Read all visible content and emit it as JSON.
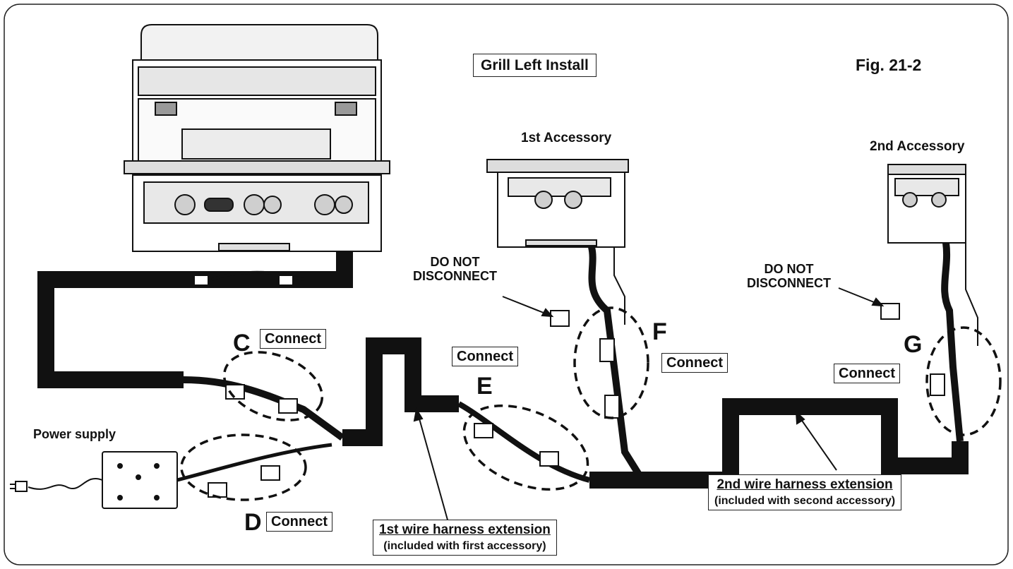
{
  "figure": {
    "title": "Grill Left Install",
    "fig_number": "Fig. 21-2"
  },
  "labels": {
    "accessory1": "1st Accessory",
    "accessory2": "2nd Accessory",
    "do_not_disconnect": "DO NOT\nDISCONNECT",
    "power_supply": "Power supply",
    "connect": "Connect",
    "letter_c": "C",
    "letter_d": "D",
    "letter_e": "E",
    "letter_f": "F",
    "letter_g": "G"
  },
  "extension1": {
    "title": "1st wire harness extension",
    "note": "(included with first accessory)"
  },
  "extension2": {
    "title": "2nd wire harness extension",
    "note": "(included with second accessory)"
  },
  "colors": {
    "ink": "#111111",
    "harness": "#111111",
    "paper": "#ffffff",
    "panel": "#d9d9d9"
  }
}
